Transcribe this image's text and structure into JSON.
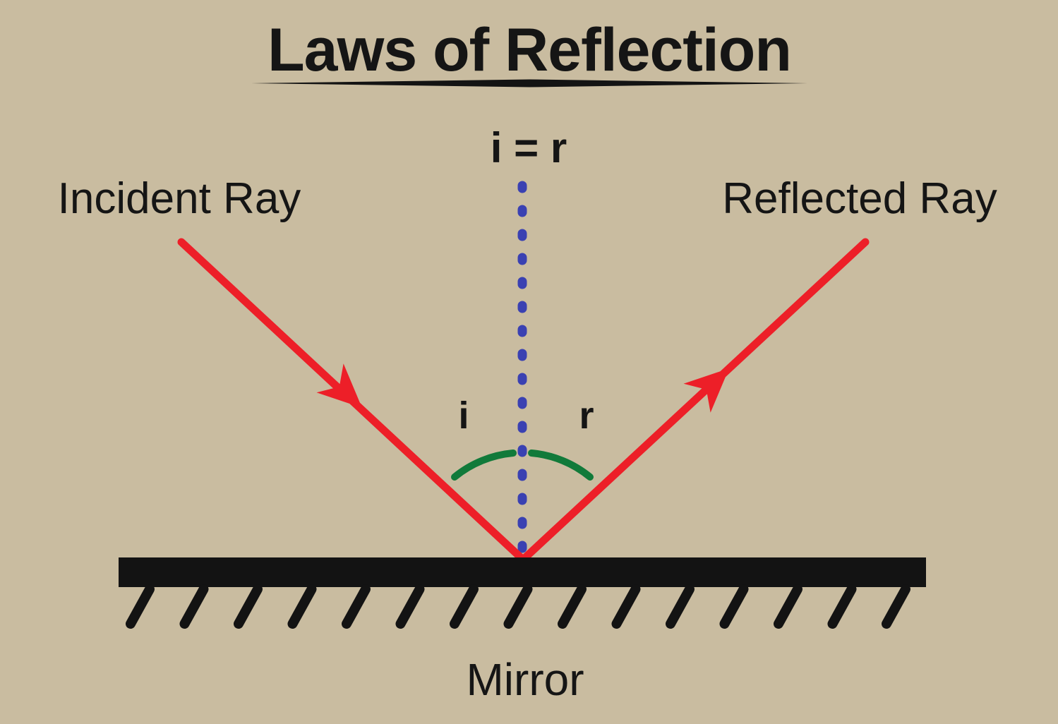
{
  "header": {
    "title": "Laws of Reflection",
    "equation": "i = r"
  },
  "diagram": {
    "incident_ray_label": "Incident Ray",
    "reflected_ray_label": "Reflected Ray",
    "angle_of_incidence_label": "i",
    "angle_of_reflection_label": "r",
    "mirror_label": "Mirror"
  },
  "colors": {
    "background": "#c9bca0",
    "ray_red": "#ed1f28",
    "normal_blue": "#3a41b2",
    "angle_green": "#117a3a",
    "ink_black": "#131313"
  }
}
